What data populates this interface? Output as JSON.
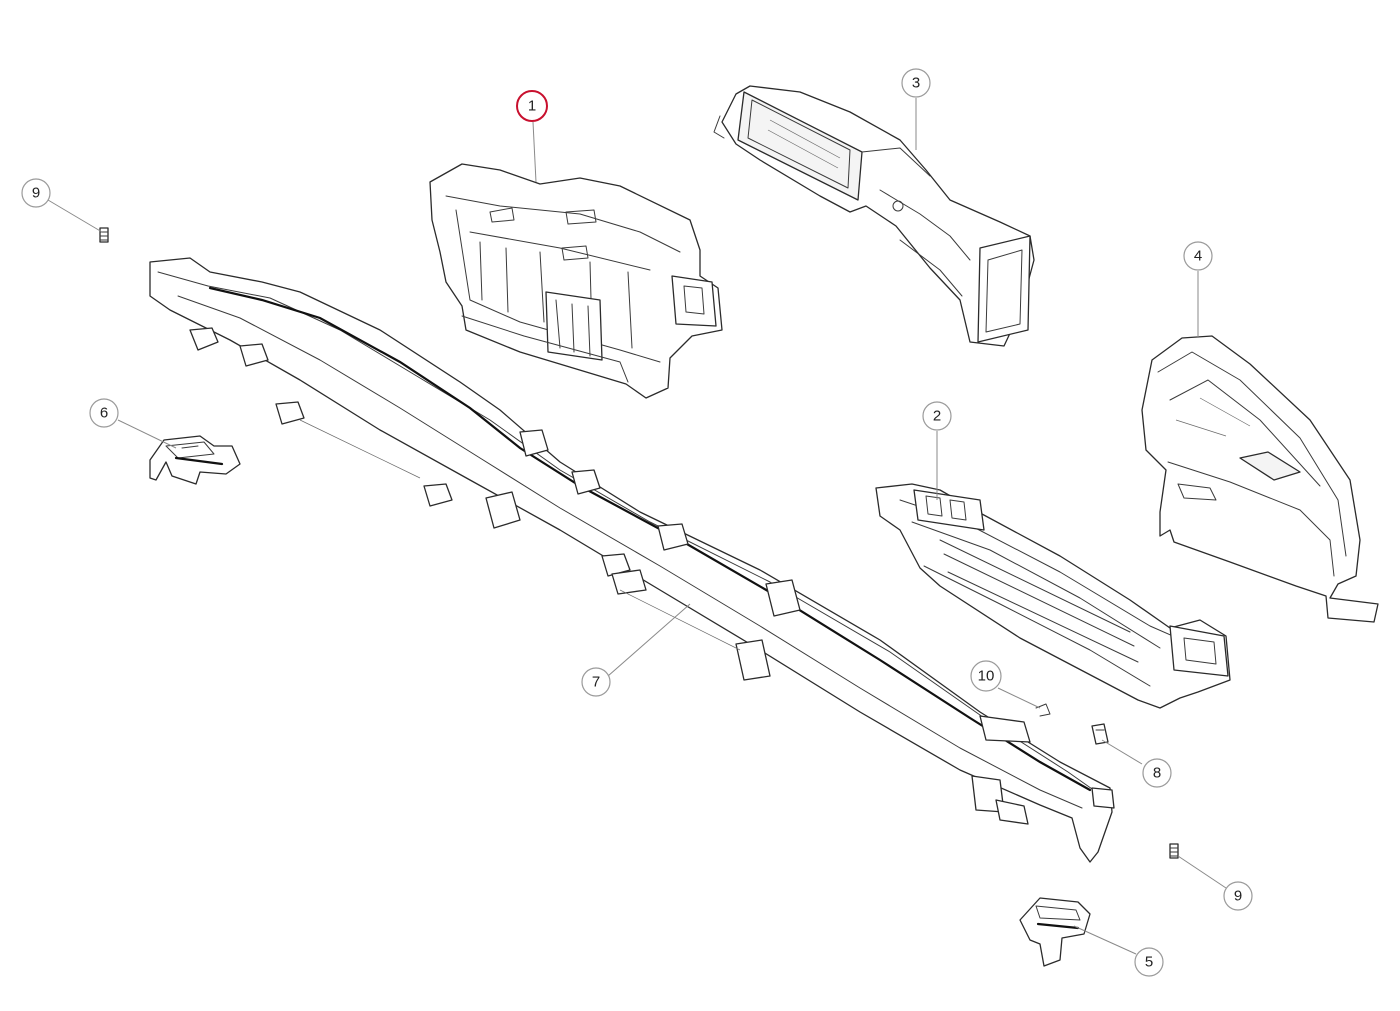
{
  "callouts": {
    "c1": "1",
    "c2": "2",
    "c3": "3",
    "c4": "4",
    "c5": "5",
    "c6": "6",
    "c7": "7",
    "c8": "8",
    "c9a": "9",
    "c9b": "9",
    "c10": "10"
  },
  "highlighted_callout": "1",
  "colors": {
    "highlight": "#c8102e",
    "line": "#2b2b2b",
    "leader": "#8a8a8a"
  }
}
